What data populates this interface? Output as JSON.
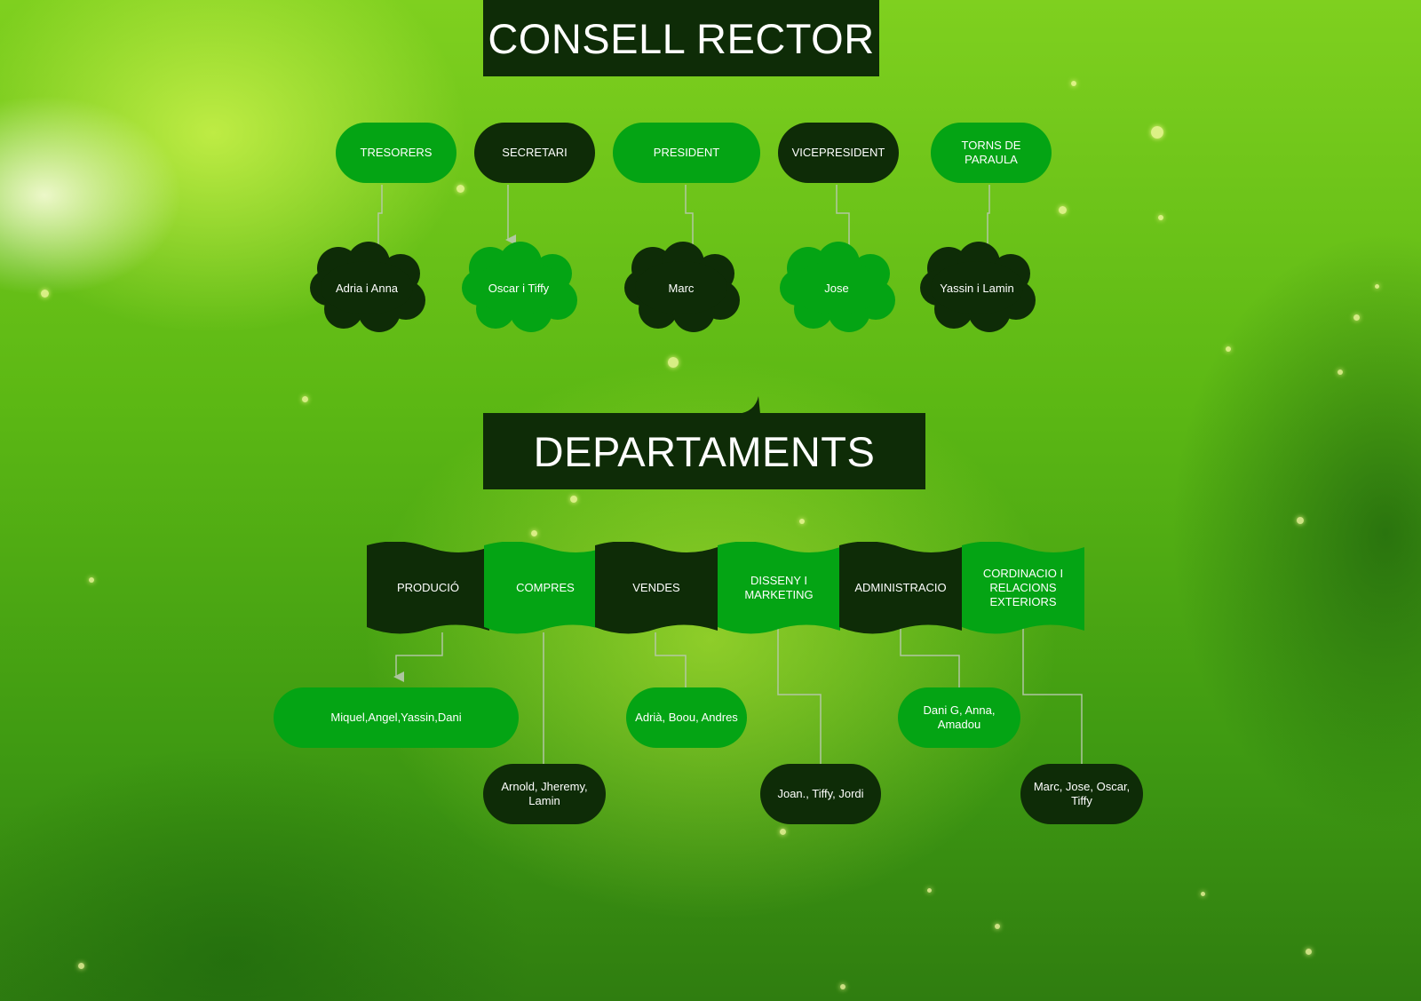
{
  "council": {
    "title": "CONSELL RECTOR",
    "roles": [
      {
        "label": "TRESORERS",
        "members": "Adria i Anna"
      },
      {
        "label": "SECRETARI",
        "members": "Oscar i Tiffy"
      },
      {
        "label": "PRESIDENT",
        "members": "Marc"
      },
      {
        "label": "VICEPRESIDENT",
        "members": "Jose"
      },
      {
        "label": "TORNS DE PARAULA",
        "members": "Yassin i Lamin"
      }
    ]
  },
  "departments": {
    "title": "DEPARTAMENTS",
    "items": [
      {
        "label": "PRODUCIÓ",
        "members": "Miquel,Angel,Yassin,Dani"
      },
      {
        "label": "COMPRES",
        "members": "Arnold, Jheremy, Lamin"
      },
      {
        "label": "VENDES",
        "members": "Adrià, Boou, Andres"
      },
      {
        "label": "DISSENY I MARKETING",
        "members": "Joan., Tiffy, Jordi"
      },
      {
        "label": "ADMINISTRACIO",
        "members": "Dani G, Anna, Amadou"
      },
      {
        "label": "CORDINACIO I RELACIONS EXTERIORS",
        "members": "Marc, Jose, Oscar, Tiffy"
      }
    ]
  },
  "colors": {
    "dark": "#0e2c07",
    "bright": "#04a414",
    "connector": "#b9c9b0"
  }
}
